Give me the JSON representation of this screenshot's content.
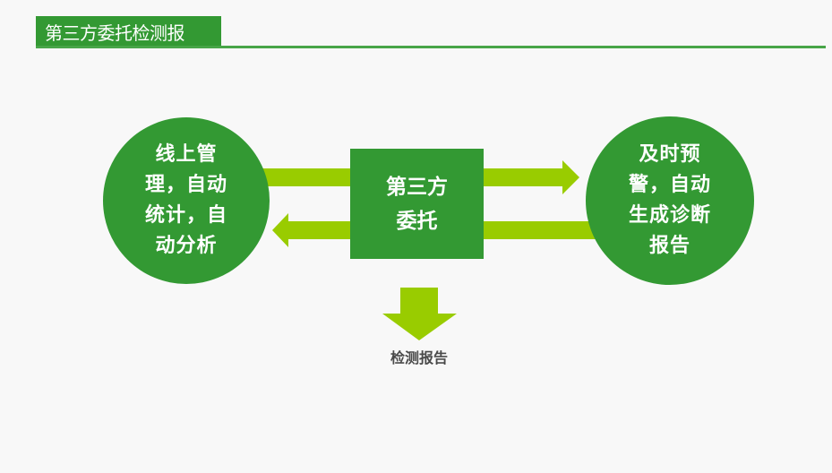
{
  "header": {
    "title": "第三方委托检测报"
  },
  "colors": {
    "dark_green": "#339933",
    "lime_green": "#99cc00",
    "background": "#f8f8f8",
    "label_gray": "#4a4a4a"
  },
  "left_circle": {
    "lines": [
      "线上管",
      "理，自动",
      "统计，自",
      "动分析"
    ]
  },
  "center_box": {
    "lines": [
      "第三方",
      "委托"
    ]
  },
  "right_circle": {
    "lines": [
      "及时预",
      "警，自动",
      "生成诊断",
      "报告"
    ]
  },
  "output": {
    "label": "检测报告"
  }
}
